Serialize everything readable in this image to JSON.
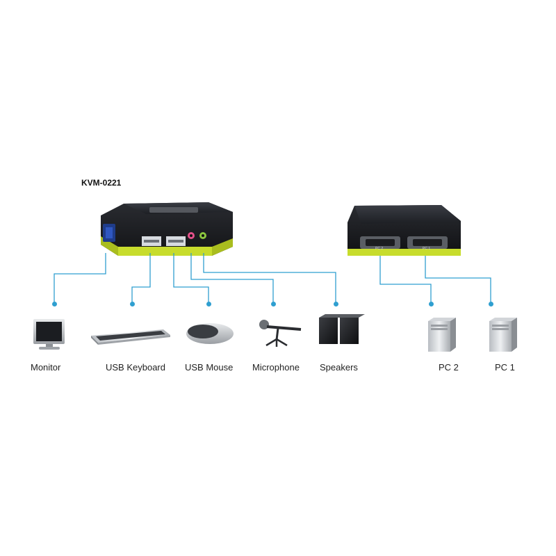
{
  "diagram": {
    "product_name": "KVM-0221",
    "accent_color": "#2f9fd0",
    "brand_color": "#c7dc2c",
    "devices": [
      {
        "label": "Monitor",
        "icon": "monitor-icon"
      },
      {
        "label": "USB Keyboard",
        "icon": "keyboard-icon"
      },
      {
        "label": "USB Mouse",
        "icon": "mouse-icon"
      },
      {
        "label": "Microphone",
        "icon": "microphone-icon"
      },
      {
        "label": "Speakers",
        "icon": "speakers-icon"
      },
      {
        "label": "PC 2",
        "icon": "pc-tower-icon"
      },
      {
        "label": "PC 1",
        "icon": "pc-tower-icon"
      }
    ],
    "rear_port_labels": [
      "PC 2",
      "PC 1"
    ]
  }
}
